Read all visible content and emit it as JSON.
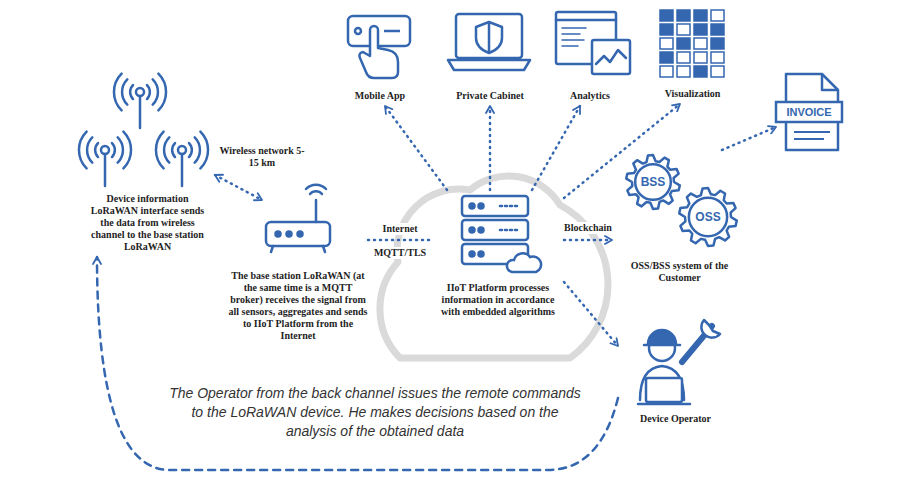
{
  "diagram": {
    "nodes": [
      {
        "text": [
          "Device information LoRaWAN interface sends the data from wireless channel to the base station LoRaWAN"
        ]
      },
      {
        "text": [
          "The base station LoRaWAN (at the same time is a MQTT broker) receives the signal from all sensors, aggregates and sends to IIoT Platform from the Internet"
        ]
      },
      {
        "text": [
          "IIoT Platform processes information in accordance with embedded algorithms"
        ]
      },
      {
        "text": [
          "Mobile App"
        ]
      },
      {
        "text": [
          "Private Cabinet"
        ]
      },
      {
        "text": [
          "Analytics"
        ]
      },
      {
        "text": [
          "Visualization"
        ]
      },
      {
        "text": [
          "INVOICE"
        ]
      },
      {
        "text": [
          "OSS/BSS system of the Customer"
        ]
      },
      {
        "text": [
          "BSS"
        ],
        "in": 8
      },
      {
        "text": [
          "OSS"
        ],
        "in": 8
      },
      {
        "text": [
          "Device Operator"
        ]
      }
    ],
    "edges": [
      {
        "from": 0,
        "to": 1,
        "arrow": "both",
        "label": "Wireless network 5-15 km"
      },
      {
        "from": 1,
        "to": 2,
        "arrow": "none",
        "label": "Internet"
      },
      {
        "from": 2,
        "to": 3,
        "arrow": "to"
      },
      {
        "from": 2,
        "to": 4,
        "arrow": "to"
      },
      {
        "from": 2,
        "to": 5,
        "arrow": "to"
      },
      {
        "from": 2,
        "to": 6,
        "arrow": "to"
      },
      {
        "from": 2,
        "to": 8,
        "arrow": "to",
        "label": "Blockchain"
      },
      {
        "from": 8,
        "to": 7,
        "arrow": "to"
      },
      {
        "from": 2,
        "to": 11,
        "arrow": "to"
      },
      {
        "from": 11,
        "to": 0,
        "arrow": "to"
      }
    ],
    "labels": [
      "MQTT/TLS",
      "The Operator from the back channel issues the remote commands to the LoRaWAN device. He makes decisions based on the analysis of the obtained data"
    ]
  }
}
